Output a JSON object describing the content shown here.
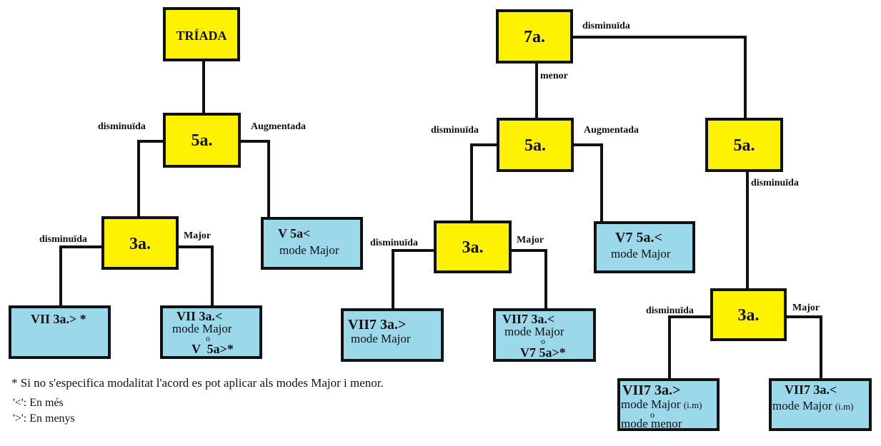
{
  "colors": {
    "node_primary": "#fff200",
    "node_result": "#9bd8ea",
    "line": "#111111"
  },
  "tree1": {
    "root": "TRÍADA",
    "fifth": "5a.",
    "fifth_left_label": "disminuïda",
    "fifth_right_label": "Augmentada",
    "third": "3a.",
    "third_left_label": "disminuïda",
    "third_right_label": "Major",
    "result_aug": {
      "line1": "V 5a<",
      "line2": "mode Major"
    },
    "result_dim": {
      "line1": "VII 3a.> *"
    },
    "result_maj": {
      "line1": "VII 3a.<",
      "line2": "mode Major",
      "line3": "o",
      "line4": "V  5a>*"
    }
  },
  "tree2": {
    "root": "7a.",
    "root_right_label": "disminuïda",
    "root_down_label": "menor",
    "fifth": "5a.",
    "fifth_left_label": "disminuïda",
    "fifth_right_label": "Augmentada",
    "third": "3a.",
    "third_left_label": "disminuïda",
    "third_right_label": "Major",
    "result_aug": {
      "line1": "V7 5a.<",
      "line2": "mode Major"
    },
    "result_dim": {
      "line1": "VII7 3a.>",
      "line2": "mode Major"
    },
    "result_maj": {
      "line1": "VII7 3a.<",
      "line2": "mode Major",
      "line3": "o",
      "line4": "V7 5a>*"
    },
    "dim_fifth": "5a.",
    "dim_fifth_down_label": "disminuïda",
    "dim_third": "3a.",
    "dim_third_left_label": "disminuïda",
    "dim_third_right_label": "Major",
    "result_dim2": {
      "line1": "VII7 3a.>",
      "line2a": "mode Major",
      "line2b": "(i.m)",
      "line3": "o",
      "line4": "mode menor"
    },
    "result_maj2": {
      "line1": "VII7 3a.<",
      "line2a": "mode Major",
      "line2b": "(i.m)"
    }
  },
  "notes": {
    "footnote": "* Si no s'especifica modalitat l'acord es pot aplicar als modes Major i menor.",
    "more": "'<': En més",
    "less": "'>': En menys"
  }
}
